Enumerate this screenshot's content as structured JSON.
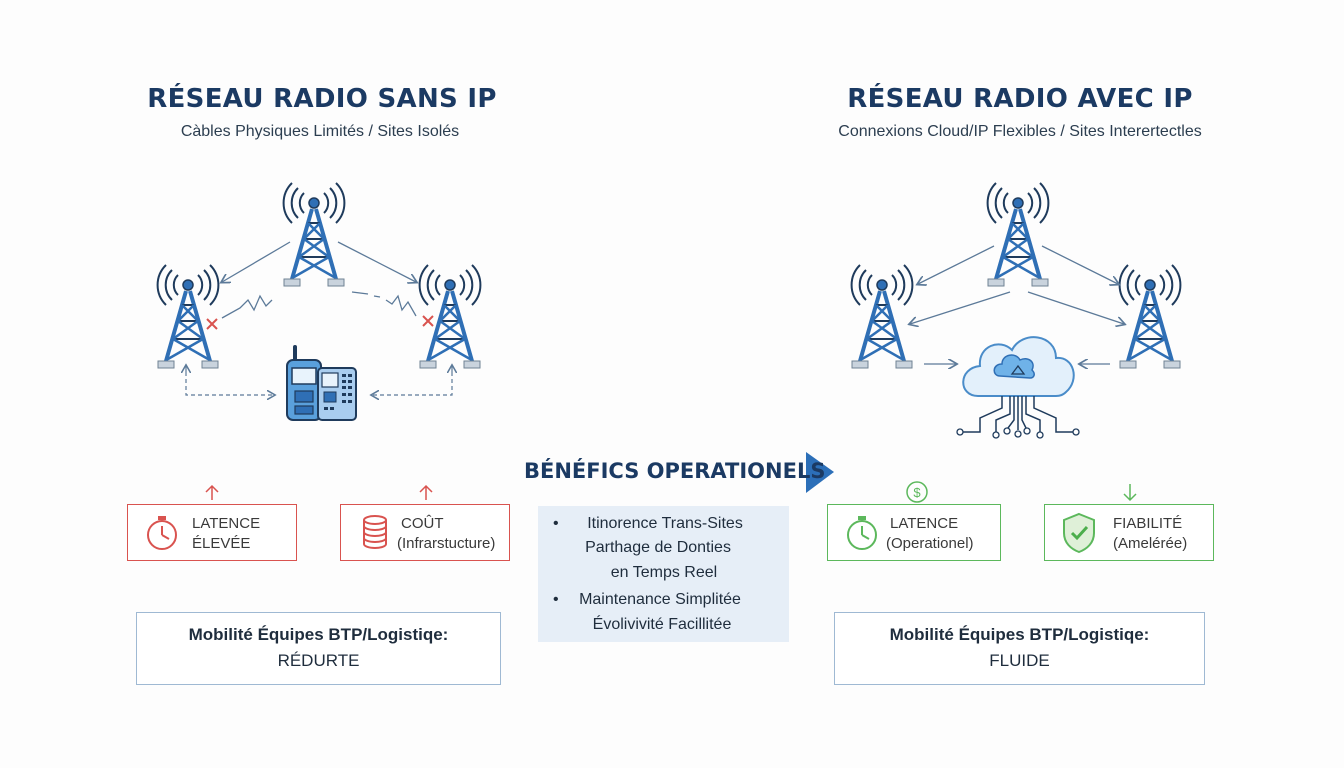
{
  "left": {
    "title": "RÉSEAU RADIO SANS IP",
    "subtitle": "Càbles Physiques Limités / Sites Isolés",
    "metrics": [
      {
        "line1": "LATENCE",
        "line2": "ÉLEVÉE"
      },
      {
        "line1": "COÛT",
        "line2": "(Infrarstucture)"
      }
    ],
    "mobility": {
      "label": "Mobilité Équipes BTP/Logistiqe:",
      "value": "RÉDURTE"
    }
  },
  "right": {
    "title": "RÉSEAU RADIO AVEC IP",
    "subtitle": "Connexions Cloud/IP Flexibles / Sites Interertectles",
    "metrics": [
      {
        "line1": "LATENCE",
        "line2": "(Operationel)"
      },
      {
        "line1": "FIABILITÉ",
        "line2": "(Amelérée)"
      }
    ],
    "mobility": {
      "label": "Mobilité Équipes BTP/Logistiqe:",
      "value": "FLUIDE"
    }
  },
  "center": {
    "heading": "BÉNÉFICS OPERATIONELS",
    "items": [
      "Itinorence Trans-Sites",
      "Parthage de Donties",
      "en Temps Reel",
      "Maintenance Simplitée",
      "Évolivivité Facillitée"
    ]
  },
  "colors": {
    "navy": "#1b3a63",
    "tower": "#2f6fb5",
    "red": "#d9534f",
    "green": "#5cb85c",
    "arrow": "#2c6fb8"
  }
}
